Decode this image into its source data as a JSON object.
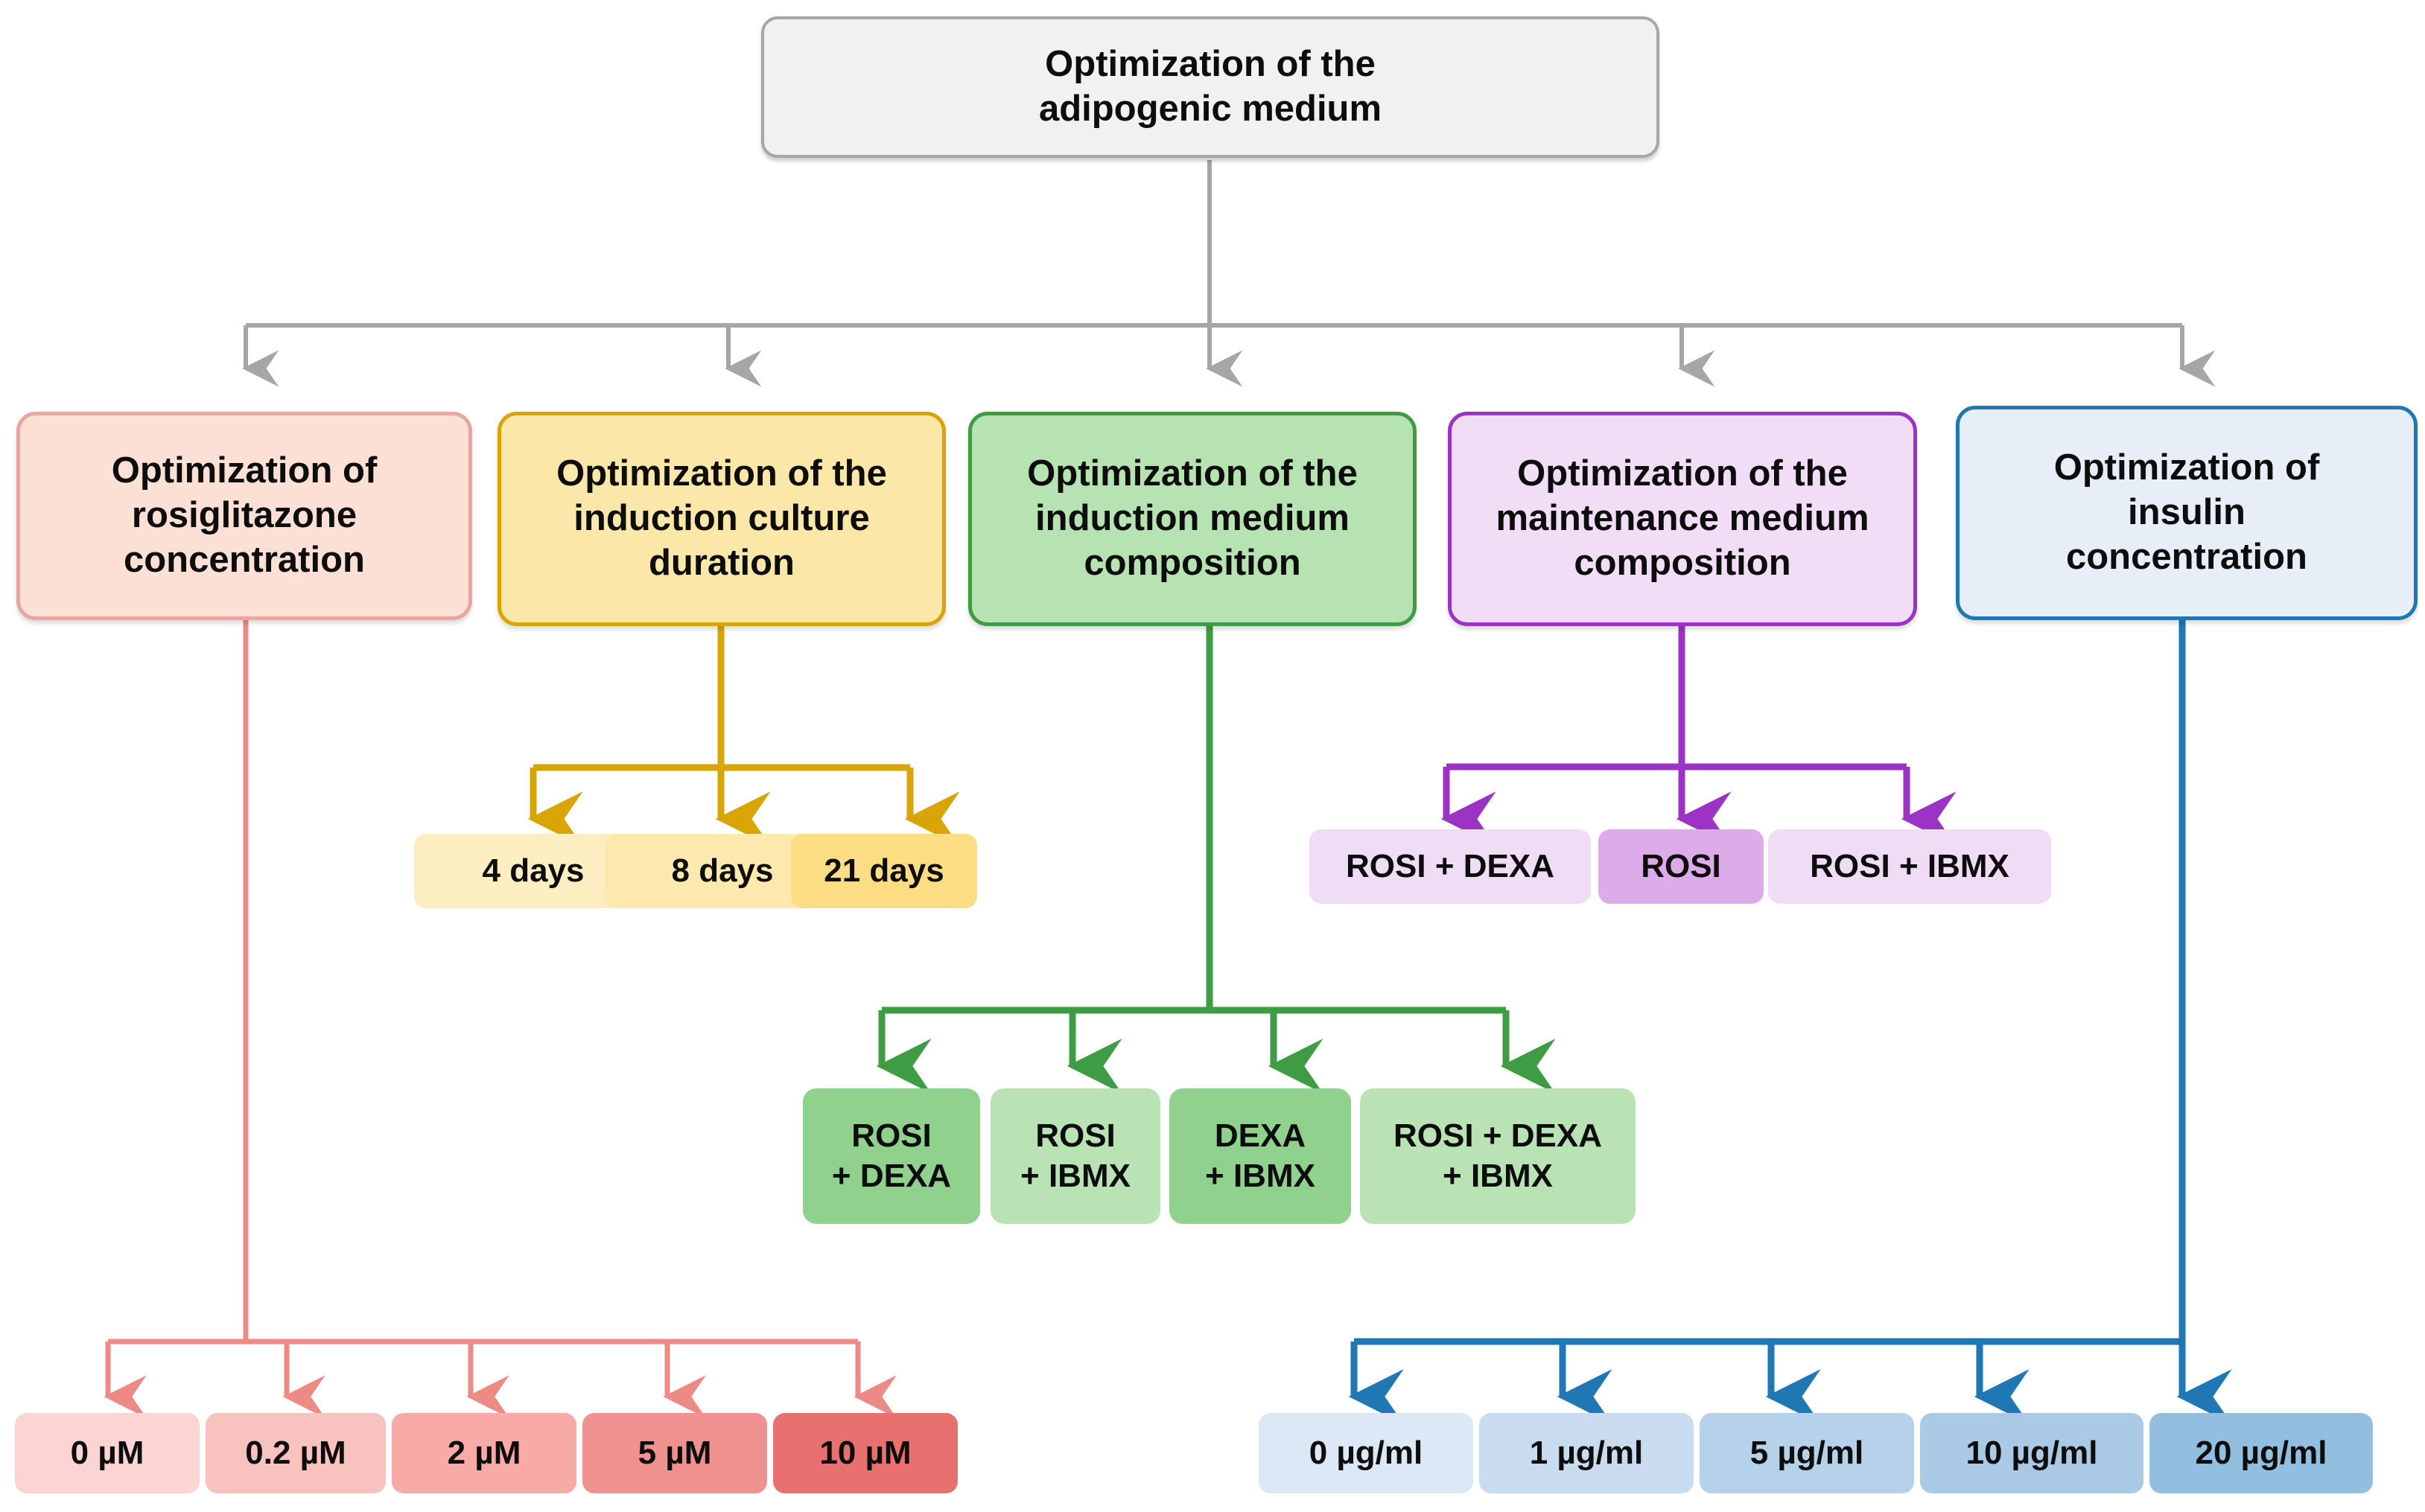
{
  "diagram": {
    "title": "Optimization of the adipogenic medium",
    "root": {
      "label": "Optimization of the\nadipogenic medium",
      "line1": "Optimization of the",
      "line2": "adipogenic medium",
      "color": "#f1f1f1",
      "border": "#a6a6a6"
    },
    "branches": [
      {
        "id": "rosiglitazone",
        "label": "Optimization of rosiglitazone concentration",
        "line1": "Optimization of",
        "line2": "rosiglitazone",
        "line3": "concentration",
        "accent": "#e8a6a0",
        "fill": "#fce0d6",
        "children": [
          {
            "label": "0 µM",
            "fill": "#fad5d3"
          },
          {
            "label": "0.2 µM",
            "fill": "#f8c2bf"
          },
          {
            "label": "2 µM",
            "fill": "#f7aaa6"
          },
          {
            "label": "5 µM",
            "fill": "#ef918f"
          },
          {
            "label": "10 µM",
            "fill": "#e8706f"
          }
        ]
      },
      {
        "id": "induction-duration",
        "label": "Optimization of the induction culture duration",
        "line1": "Optimization of the",
        "line2": "induction culture",
        "line3": "duration",
        "accent": "#d9a406",
        "fill": "#fbe7a8",
        "children": [
          {
            "label": "4 days",
            "fill": "#fdeec2"
          },
          {
            "label": "8 days",
            "fill": "#fde9ae"
          },
          {
            "label": "21 days",
            "fill": "#fcdd83"
          }
        ]
      },
      {
        "id": "induction-medium",
        "label": "Optimization of the induction medium composition",
        "line1": "Optimization of the",
        "line2": "induction medium",
        "line3": "composition",
        "accent": "#3f9c45",
        "fill": "#b7e2b1",
        "children": [
          {
            "label": "ROSI\n+ DEXA",
            "l1": "ROSI",
            "l2": "+ DEXA",
            "fill": "#8fd18d"
          },
          {
            "label": "ROSI\n+ IBMX",
            "l1": "ROSI",
            "l2": "+ IBMX",
            "fill": "#b9e3b4"
          },
          {
            "label": "DEXA\n+ IBMX",
            "l1": "DEXA",
            "l2": "+ IBMX",
            "fill": "#8fd18d"
          },
          {
            "label": "ROSI + DEXA\n+ IBMX",
            "l1": "ROSI + DEXA",
            "l2": "+ IBMX",
            "fill": "#b9e3b4"
          }
        ]
      },
      {
        "id": "maintenance-medium",
        "label": "Optimization of the maintenance medium composition",
        "line1": "Optimization of the",
        "line2": "maintenance medium",
        "line3": "composition",
        "accent": "#9b34c4",
        "fill": "#f2ddf7",
        "children": [
          {
            "label": "ROSI + DEXA",
            "fill": "#f1dcf5"
          },
          {
            "label": "ROSI",
            "fill": "#ddabe8"
          },
          {
            "label": "ROSI + IBMX",
            "fill": "#f1dcf5"
          }
        ]
      },
      {
        "id": "insulin",
        "label": "Optimization of insulin concentration",
        "line1": "Optimization of",
        "line2": "insulin",
        "line3": "concentration",
        "accent": "#1f78b4",
        "fill": "#e8eef7",
        "children": [
          {
            "label": "0 µg/ml",
            "fill": "#dce8f5"
          },
          {
            "label": "1 µg/ml",
            "fill": "#c9dcef"
          },
          {
            "label": "5 µg/ml",
            "fill": "#b6d2ea"
          },
          {
            "label": "10 µg/ml",
            "fill": "#a9c9e4"
          },
          {
            "label": "20 µg/ml",
            "fill": "#92bfe0"
          }
        ]
      }
    ]
  }
}
